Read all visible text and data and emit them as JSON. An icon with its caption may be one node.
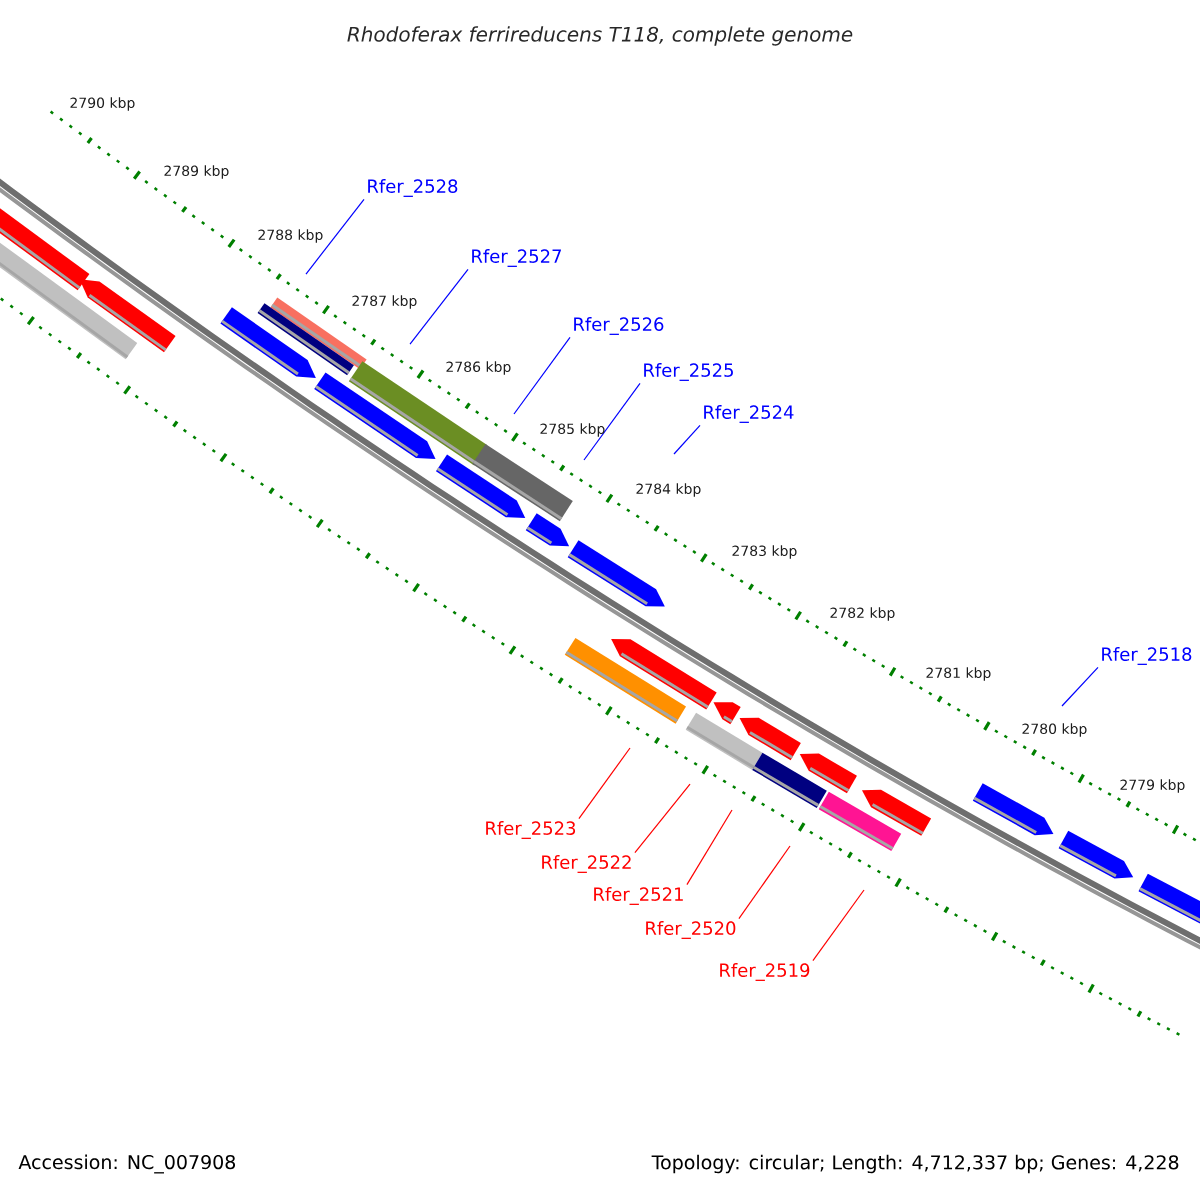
{
  "diagram": {
    "title": "Rhodoferax ferrireducens T118, complete genome",
    "nodes": [
      {
        "text": [
          "Rfer_2528"
        ]
      },
      {
        "text": [
          "Rfer_2527"
        ]
      },
      {
        "text": [
          "Rfer_2526"
        ]
      },
      {
        "text": [
          "Rfer_2525"
        ]
      },
      {
        "text": [
          "Rfer_2524"
        ]
      },
      {
        "text": [
          "Rfer_2518"
        ]
      },
      {
        "text": [
          "Rfer_2523"
        ]
      },
      {
        "text": [
          "Rfer_2522"
        ]
      },
      {
        "text": [
          "Rfer_2521"
        ]
      },
      {
        "text": [
          "Rfer_2520"
        ]
      },
      {
        "text": [
          "Rfer_2519"
        ]
      }
    ],
    "edges": [
      {
        "from": 0,
        "to": null,
        "arrow": "none"
      },
      {
        "from": 1,
        "to": null,
        "arrow": "none"
      },
      {
        "from": 2,
        "to": null,
        "arrow": "none"
      },
      {
        "from": 3,
        "to": null,
        "arrow": "none"
      },
      {
        "from": 4,
        "to": null,
        "arrow": "none"
      },
      {
        "from": 5,
        "to": null,
        "arrow": "none"
      },
      {
        "from": 6,
        "to": null,
        "arrow": "none",
        "color": "#ff0000"
      },
      {
        "from": 7,
        "to": null,
        "arrow": "none",
        "color": "#ff0000"
      },
      {
        "from": 8,
        "to": null,
        "arrow": "none",
        "color": "#ff0000"
      },
      {
        "from": 9,
        "to": null,
        "arrow": "none",
        "color": "#ff0000"
      },
      {
        "from": 10,
        "to": null,
        "arrow": "none",
        "color": "#ff0000"
      }
    ],
    "labels": [
      "2790 kbp",
      "2789 kbp",
      "2788 kbp",
      "2787 kbp",
      "2786 kbp",
      "2785 kbp",
      "2784 kbp",
      "2783 kbp",
      "2782 kbp",
      "2781 kbp",
      "2780 kbp",
      "2779 kbp",
      "Accession: NC_007908",
      "Topology: circular; Length: 4,712,337 bp; Genes: 4,228"
    ]
  }
}
